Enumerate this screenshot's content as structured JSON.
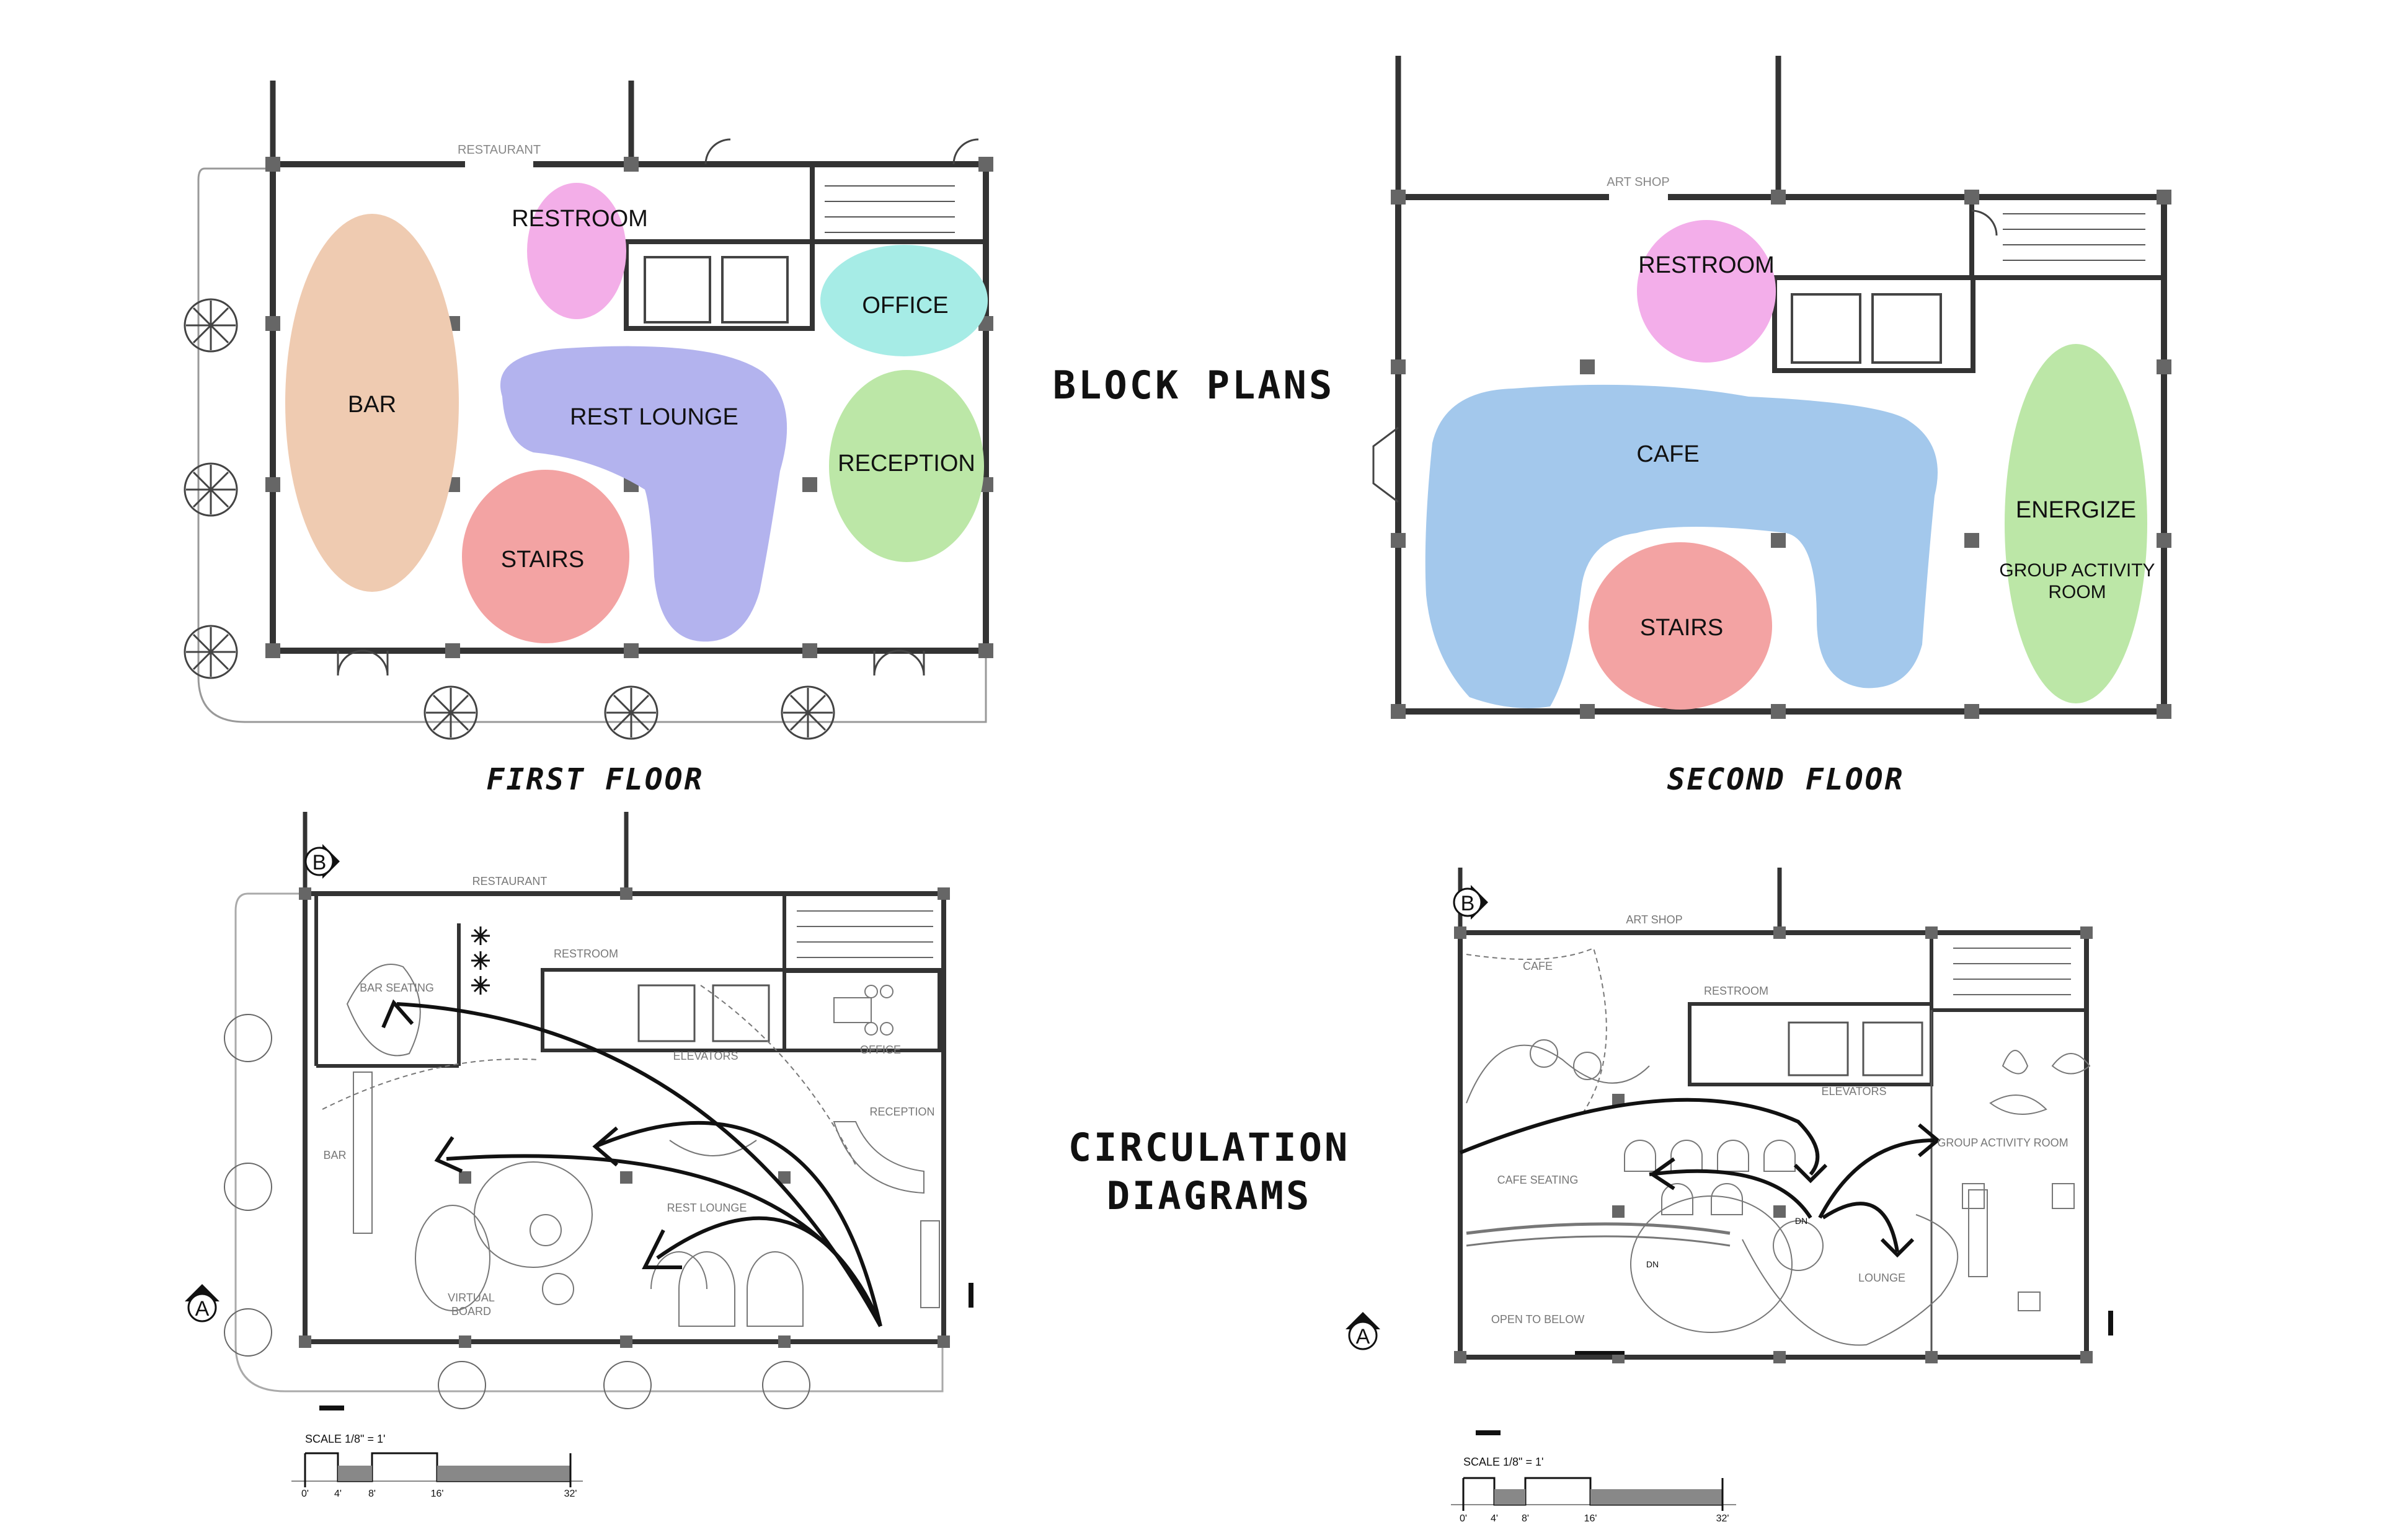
{
  "titles": {
    "block_plans": "BLOCK PLANS",
    "circulation_line1": "CIRCULATION",
    "circulation_line2": "DIAGRAMS"
  },
  "captions": {
    "first_floor": "FIRST FLOOR",
    "second_floor": "SECOND FLOOR"
  },
  "first_floor_block": {
    "door_label": "RESTAURANT",
    "zones": {
      "bar": "BAR",
      "restroom": "RESTROOM",
      "office": "OFFICE",
      "rest_lounge": "REST LOUNGE",
      "reception": "RECEPTION",
      "stairs": "STAIRS"
    },
    "colors": {
      "bar": "#efcbb1",
      "restroom": "#f3aee8",
      "office": "#a6ece6",
      "rest_lounge": "#b3b3ee",
      "reception": "#bce7a7",
      "stairs": "#f3a3a3"
    }
  },
  "second_floor_block": {
    "door_label": "ART SHOP",
    "zones": {
      "restroom": "RESTROOM",
      "cafe": "CAFE",
      "stairs": "STAIRS",
      "energize": "ENERGIZE",
      "group_activity_1": "GROUP ACTIVITY",
      "group_activity_2": "ROOM"
    },
    "colors": {
      "restroom": "#f3aeea",
      "cafe": "#a3c8ec",
      "stairs": "#f3a3a3",
      "energize": "#bce7a7"
    }
  },
  "first_floor_circulation": {
    "section_b": "B",
    "section_a": "A",
    "labels": {
      "restaurant": "RESTAURANT",
      "restroom": "RESTROOM",
      "bar_seating": "BAR SEATING",
      "elevators": "ELEVATORS",
      "office": "OFFICE",
      "reception": "RECEPTION",
      "bar": "BAR",
      "rest_lounge": "REST LOUNGE",
      "virtual": "VIRTUAL",
      "board": "BOARD"
    },
    "scale": {
      "title": "SCALE 1/8\" = 1'",
      "ticks": [
        "0'",
        "4'",
        "8'",
        "16'",
        "32'"
      ]
    }
  },
  "second_floor_circulation": {
    "section_b": "B",
    "section_a": "A",
    "labels": {
      "art_shop": "ART SHOP",
      "cafe": "CAFE",
      "restroom": "RESTROOM",
      "elevators": "ELEVATORS",
      "cafe_seating": "CAFE SEATING",
      "group_activity_room": "GROUP ACTIVITY ROOM",
      "lounge": "LOUNGE",
      "open_to_below": "OPEN TO BELOW",
      "dn1": "DN",
      "dn2": "DN"
    },
    "scale": {
      "title": "SCALE 1/8\" = 1'",
      "ticks": [
        "0'",
        "4'",
        "8'",
        "16'",
        "32'"
      ]
    }
  }
}
